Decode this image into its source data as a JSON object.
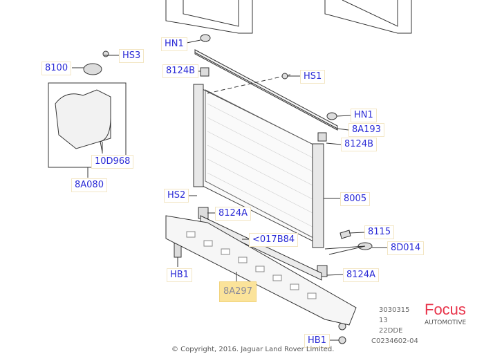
{
  "callouts": [
    {
      "id": "HN1"
    },
    {
      "id": "HS3"
    },
    {
      "id": "8100"
    },
    {
      "id": "8124B"
    },
    {
      "id": "HS1"
    },
    {
      "id": "HN1"
    },
    {
      "id": "8A193"
    },
    {
      "id": "8124B"
    },
    {
      "id": "10D968"
    },
    {
      "id": "8A080"
    },
    {
      "id": "HS2"
    },
    {
      "id": "8005"
    },
    {
      "id": "8124A"
    },
    {
      "id": "<017B84"
    },
    {
      "id": "8115"
    },
    {
      "id": "8D014"
    },
    {
      "id": "HB1"
    },
    {
      "id": "8124A"
    },
    {
      "id": "8A297"
    },
    {
      "id": "HB1"
    }
  ],
  "highlighted": "8A297",
  "meta_lines": [
    "3030315",
    "13",
    "22DDE",
    "C0234602-04"
  ],
  "copyright": "© Copyright, 2016. Jaguar Land Rover Limited.",
  "watermark": {
    "brand": "Focus",
    "sub": "AUTOMOTIVE",
    "color": "#e8334a"
  },
  "colors": {
    "label_text": "#2b2bd6",
    "highlight_bg": "#fbe39a"
  }
}
